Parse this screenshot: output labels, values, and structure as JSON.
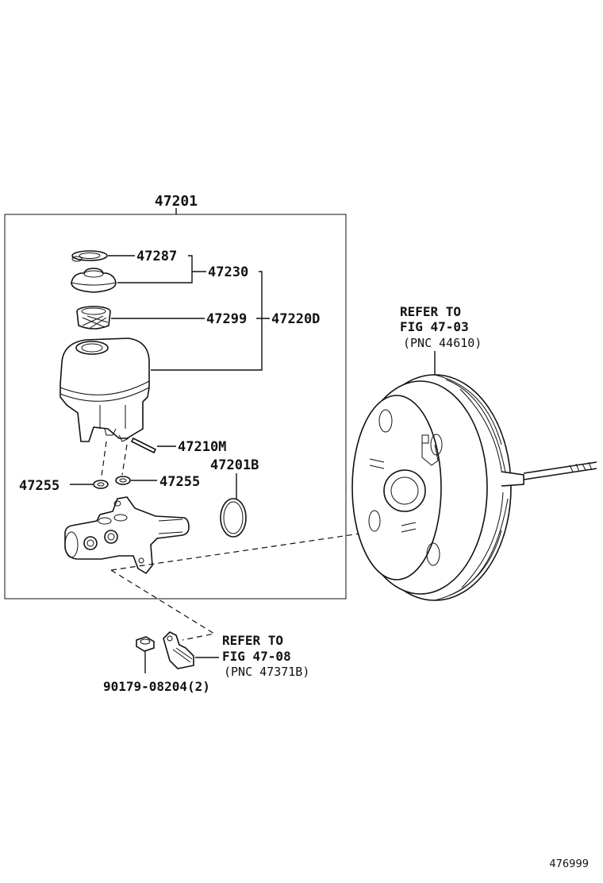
{
  "diagram": {
    "id": "476999",
    "assembly_label": "47201",
    "parts": {
      "p47287": "47287",
      "p47230": "47230",
      "p47299": "47299",
      "p47220D": "47220D",
      "p47210M": "47210M",
      "p47201B": "47201B",
      "p47255_left": "47255",
      "p47255_right": "47255",
      "p90179": "90179-08204(2)"
    },
    "references": {
      "booster": {
        "line1": "REFER TO",
        "line2": "FIG 47-03",
        "line3": "(PNC 44610)"
      },
      "bracket": {
        "line1": "REFER TO",
        "line2": "FIG 47-08",
        "line3": "(PNC 47371B)"
      }
    }
  }
}
